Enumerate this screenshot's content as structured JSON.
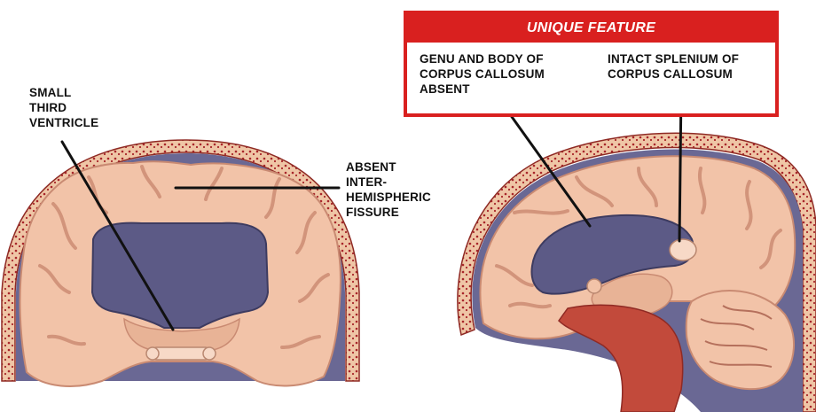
{
  "labels": {
    "small_third_ventricle": "SMALL\nTHIRD\nVENTRICLE",
    "absent_interhemispheric_fissure": "ABSENT\nINTER-\nHEMISPHERIC\nFISSURE",
    "genu_body_absent": "GENU AND BODY OF\nCORPUS CALLOSUM\nABSENT",
    "intact_splenium": "INTACT SPLENIUM OF\nCORPUS CALLOSUM"
  },
  "feature_box": {
    "title": "UNIQUE FEATURE"
  },
  "colors": {
    "brain": "#f2c3a8",
    "brain_dark": "#d99b7e",
    "ventricle": "#5c5a86",
    "skull_red": "#a8252a",
    "box_red": "#d9201f"
  }
}
